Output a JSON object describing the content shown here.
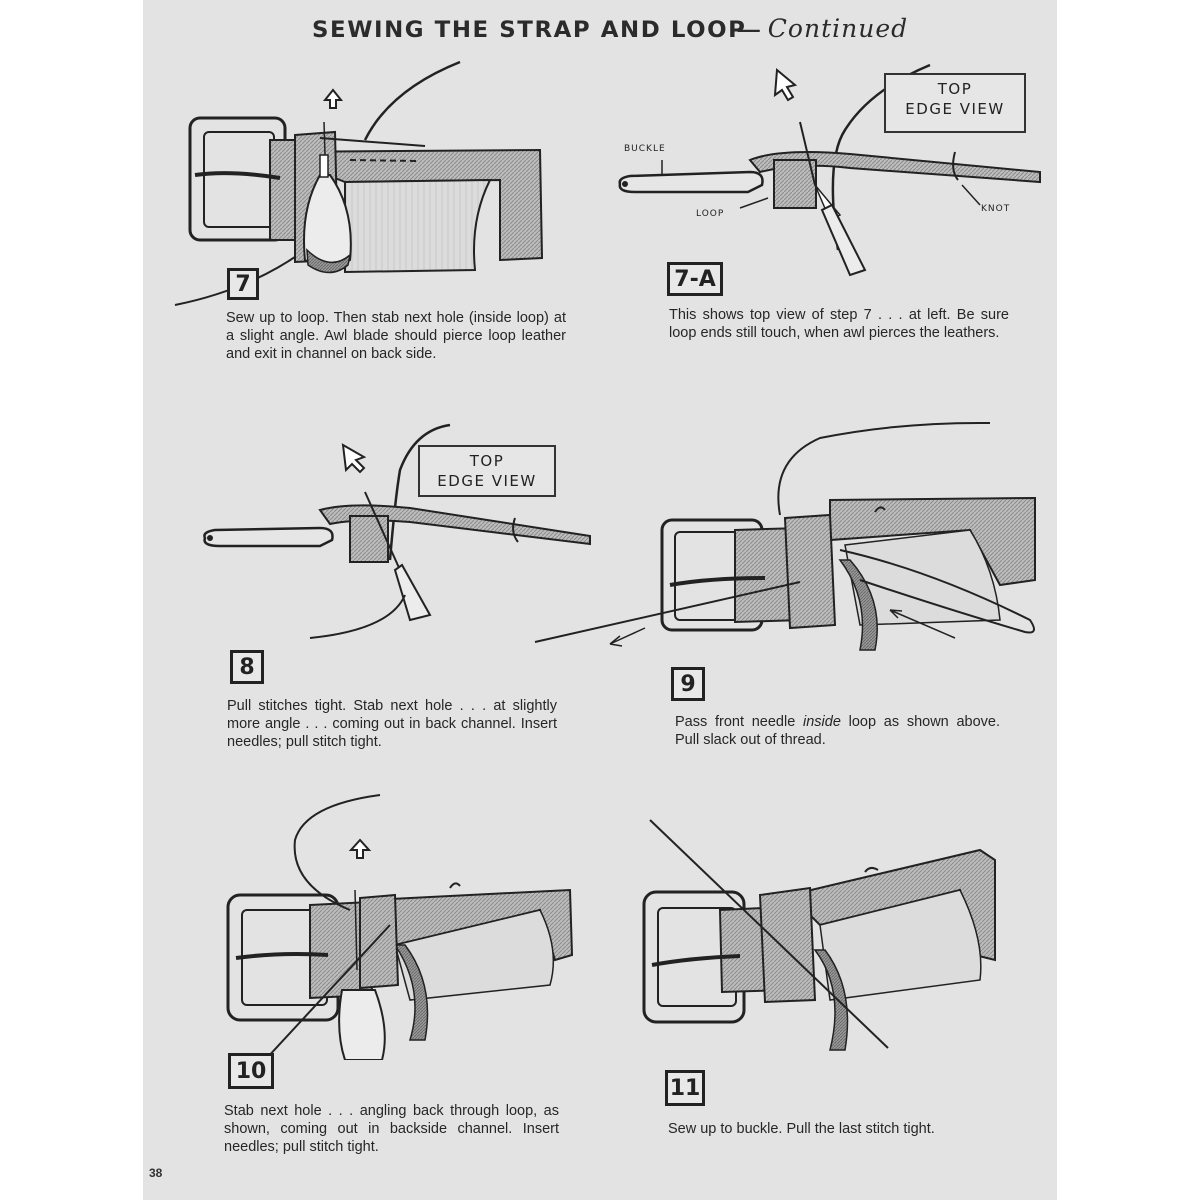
{
  "page": {
    "title": "SEWING THE STRAP AND LOOP",
    "title_separator": "—",
    "title_suffix": "Continued",
    "page_number": "38",
    "background_color": "#e3e3e3",
    "ink_color": "#222222"
  },
  "steps": [
    {
      "id": "7",
      "number": "7",
      "caption": "Sew up to loop. Then stab next hole (inside loop) at a slight angle. Awl blade should pierce loop leather and exit in channel on back side.",
      "illustration": "belt-buckle-with-awl-through-loop-up-arrow"
    },
    {
      "id": "7-A",
      "number": "7-A",
      "caption": "This shows top view of step 7 . . . at left. Be sure loop ends still touch, when awl pierces the leathers.",
      "illustration": "top-edge-view-awl-through-loop",
      "labels": {
        "view_box_line1": "TOP",
        "view_box_line2": "EDGE VIEW",
        "buckle": "BUCKLE",
        "loop": "LOOP",
        "knot": "KNOT"
      }
    },
    {
      "id": "8",
      "number": "8",
      "caption": "Pull stitches tight. Stab next hole . . . at slightly more angle . . . coming out in back channel. Insert needles; pull stitch tight.",
      "illustration": "top-edge-view-awl-angled",
      "labels": {
        "view_box_line1": "TOP",
        "view_box_line2": "EDGE VIEW"
      }
    },
    {
      "id": "9",
      "number": "9",
      "caption_before": "Pass front needle ",
      "caption_emphasis": "inside",
      "caption_after": " loop as shown above. Pull slack out of thread.",
      "illustration": "needle-passed-inside-loop-with-arrows"
    },
    {
      "id": "10",
      "number": "10",
      "caption": "Stab next hole . . . angling back through loop, as shown, coming out in backside channel. Insert needles; pull stitch tight.",
      "illustration": "awl-angled-back-through-loop-up-arrow"
    },
    {
      "id": "11",
      "number": "11",
      "caption": "Sew up to buckle. Pull the last stitch tight.",
      "illustration": "final-stitch-at-buckle"
    }
  ]
}
